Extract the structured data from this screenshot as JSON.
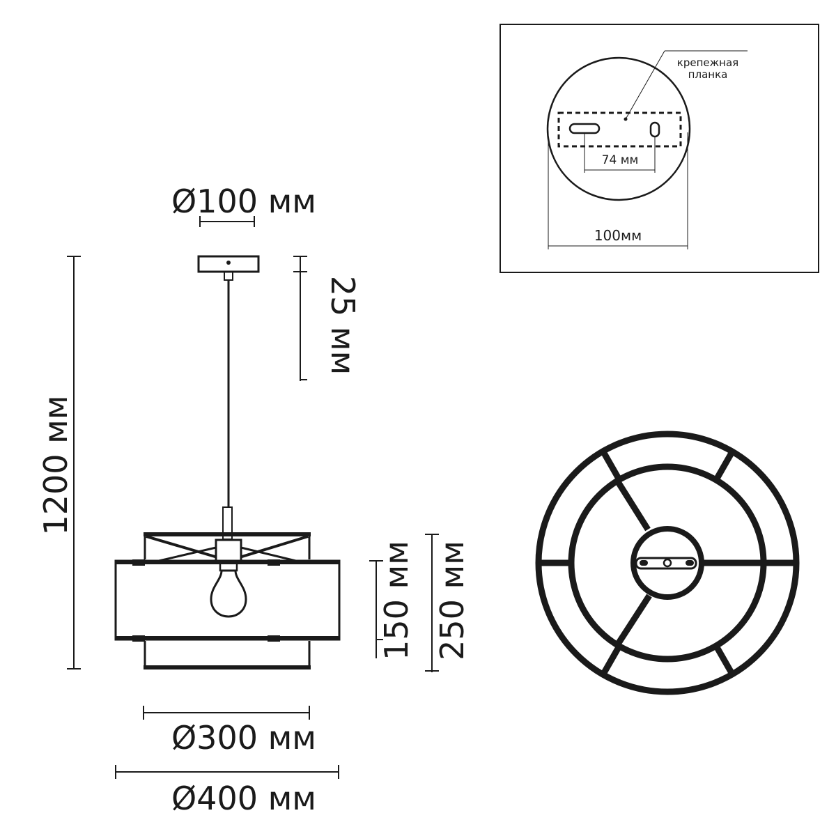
{
  "labels": {
    "canopy_diameter": "Ø100 мм",
    "canopy_height": "25 мм",
    "total_height": "1200 мм",
    "inner_shade_height": "150 мм",
    "outer_shade_height": "250 мм",
    "inner_diameter": "Ø300 мм",
    "outer_diameter": "Ø400 мм"
  },
  "inset": {
    "bracket_label_line1": "крепежная",
    "bracket_label_line2": "планка",
    "hole_spacing": "74 мм",
    "plate_width": "100мм"
  },
  "colors": {
    "stroke": "#1a1a1a",
    "background": "#ffffff"
  }
}
